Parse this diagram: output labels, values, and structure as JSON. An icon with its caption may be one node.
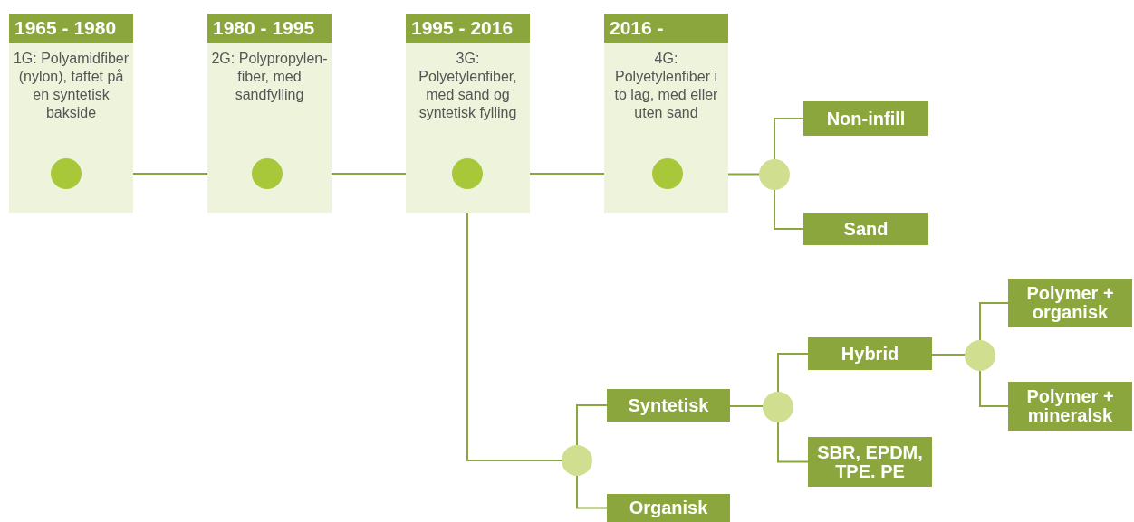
{
  "diagram": {
    "nodes": [
      {
        "text": [
          "1G: Polyamidfiber (nylon), taftet på en syntetisk bakside"
        ]
      },
      {
        "text": [
          "1965 - 1980"
        ],
        "in": 0
      },
      {
        "text": [],
        "shape": "circle",
        "in": 0
      },
      {
        "text": [
          "2G: Polypropylen-fiber, med sandfylling"
        ]
      },
      {
        "text": [
          "1980 - 1995"
        ],
        "in": 3
      },
      {
        "text": [],
        "shape": "circle",
        "in": 3
      },
      {
        "text": [
          "3G: Polyetylenfiber, med sand og syntetisk fylling"
        ]
      },
      {
        "text": [
          "1995 - 2016"
        ],
        "in": 6
      },
      {
        "text": [],
        "shape": "circle",
        "in": 6
      },
      {
        "text": [
          "4G: Polyetylenfiber i to lag, med eller uten sand"
        ]
      },
      {
        "text": [
          "2016 -"
        ],
        "in": 9
      },
      {
        "text": [],
        "shape": "circle",
        "in": 9
      },
      {
        "text": [],
        "shape": "circle"
      },
      {
        "text": [
          "Non-infill"
        ]
      },
      {
        "text": [
          "Sand"
        ]
      },
      {
        "text": [],
        "shape": "circle"
      },
      {
        "text": [
          "Syntetisk"
        ]
      },
      {
        "text": [
          "Organisk"
        ]
      },
      {
        "text": [],
        "shape": "circle"
      },
      {
        "text": [
          "Hybrid"
        ]
      },
      {
        "text": [
          "SBR, EPDM, TPE. PE"
        ]
      },
      {
        "text": [],
        "shape": "circle"
      },
      {
        "text": [
          "Polymer + organisk"
        ]
      },
      {
        "text": [
          "Polymer + mineralsk"
        ]
      }
    ],
    "edges": [
      {
        "from": 2,
        "to": 5,
        "arrow": "none"
      },
      {
        "from": 5,
        "to": 8,
        "arrow": "none"
      },
      {
        "from": 8,
        "to": 11,
        "arrow": "none"
      },
      {
        "from": 11,
        "to": 12,
        "arrow": "none"
      },
      {
        "from": 12,
        "to": 13,
        "arrow": "none"
      },
      {
        "from": 12,
        "to": 14,
        "arrow": "none"
      },
      {
        "from": 8,
        "to": 15,
        "arrow": "none"
      },
      {
        "from": 15,
        "to": 16,
        "arrow": "none"
      },
      {
        "from": 15,
        "to": 17,
        "arrow": "none"
      },
      {
        "from": 16,
        "to": 18,
        "arrow": "none"
      },
      {
        "from": 18,
        "to": 19,
        "arrow": "none"
      },
      {
        "from": 18,
        "to": 20,
        "arrow": "none"
      },
      {
        "from": 19,
        "to": 21,
        "arrow": "none"
      },
      {
        "from": 21,
        "to": 22,
        "arrow": "none"
      },
      {
        "from": 21,
        "to": 23,
        "arrow": "none"
      }
    ]
  }
}
